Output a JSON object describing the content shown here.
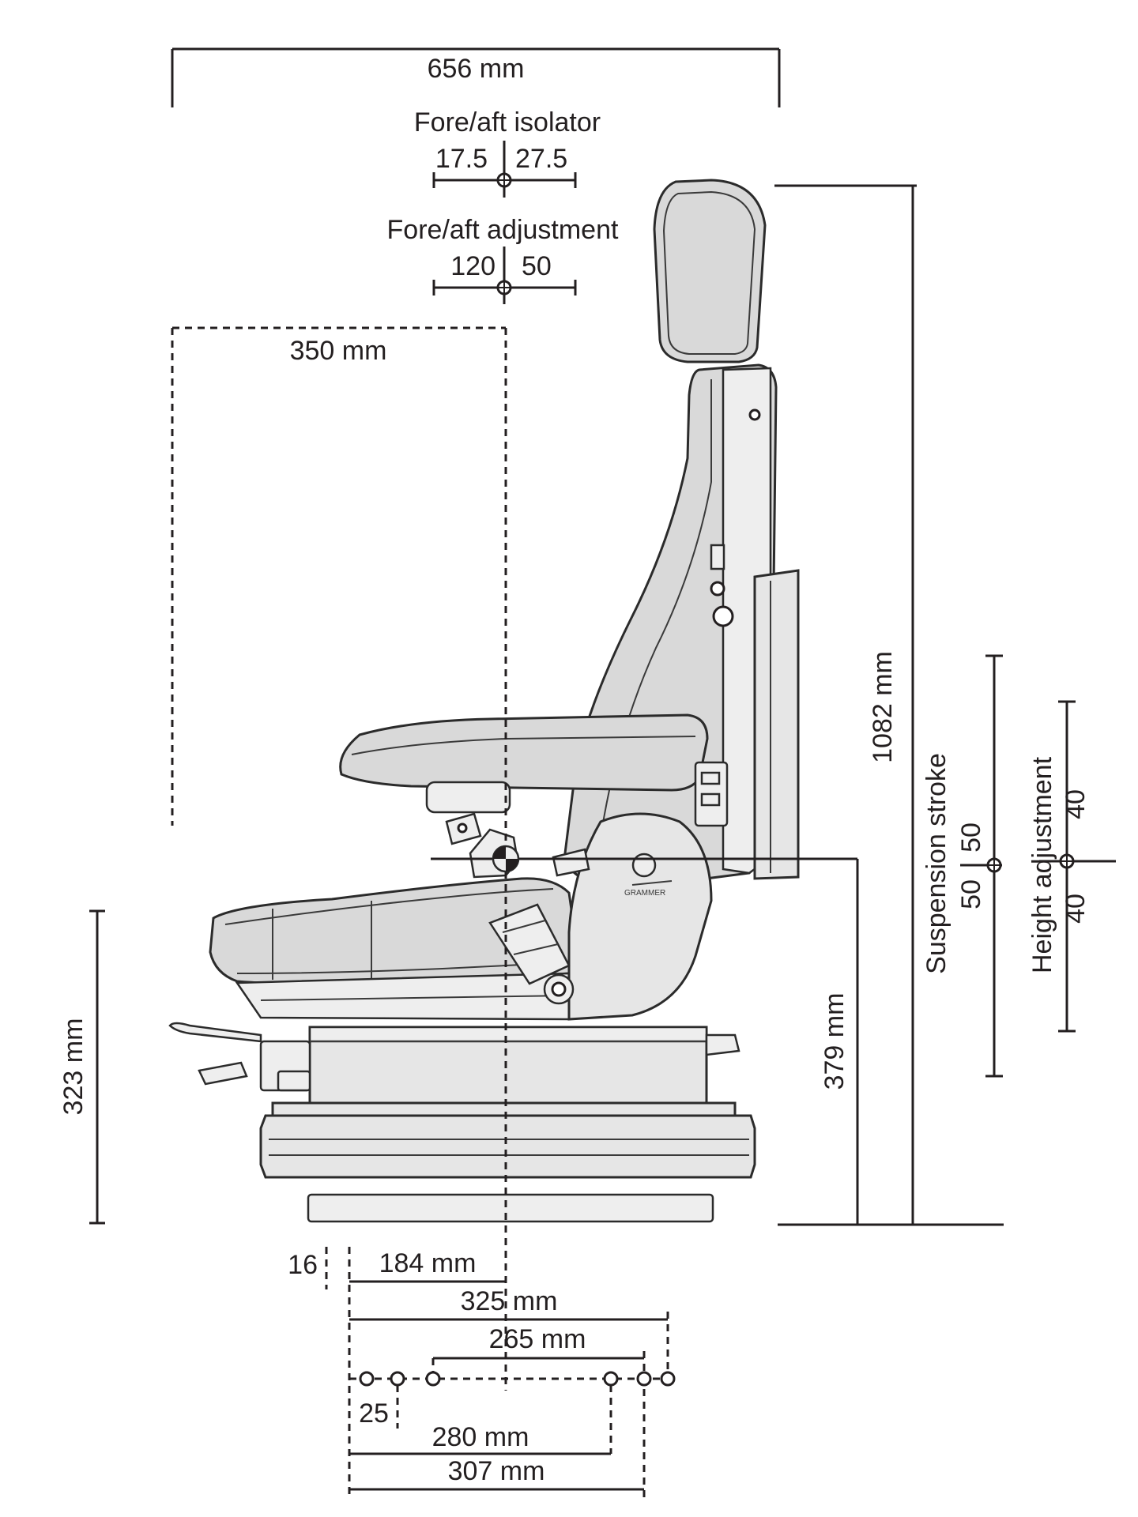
{
  "dimensions": {
    "overall_width": "656 mm",
    "fore_aft_isolator": {
      "label": "Fore/aft isolator",
      "left": "17.5",
      "right": "27.5"
    },
    "fore_aft_adjustment": {
      "label": "Fore/aft adjustment",
      "left": "120",
      "right": "50"
    },
    "seat_reference": "350 mm",
    "overall_height": "1082 mm",
    "suspension_stroke": {
      "label": "Suspension stroke",
      "up": "50",
      "down": "50"
    },
    "height_adjustment": {
      "label": "Height adjustment",
      "up": "40",
      "down": "40"
    },
    "seat_height": "379 mm",
    "base_height": "323 mm",
    "offset_small": "16",
    "front_offset": "184 mm",
    "mount_325": "325 mm",
    "mount_265": "265 mm",
    "hole_spacing": "25",
    "mount_280": "280 mm",
    "mount_307": "307 mm"
  },
  "brand_mark": "GRAMMER"
}
